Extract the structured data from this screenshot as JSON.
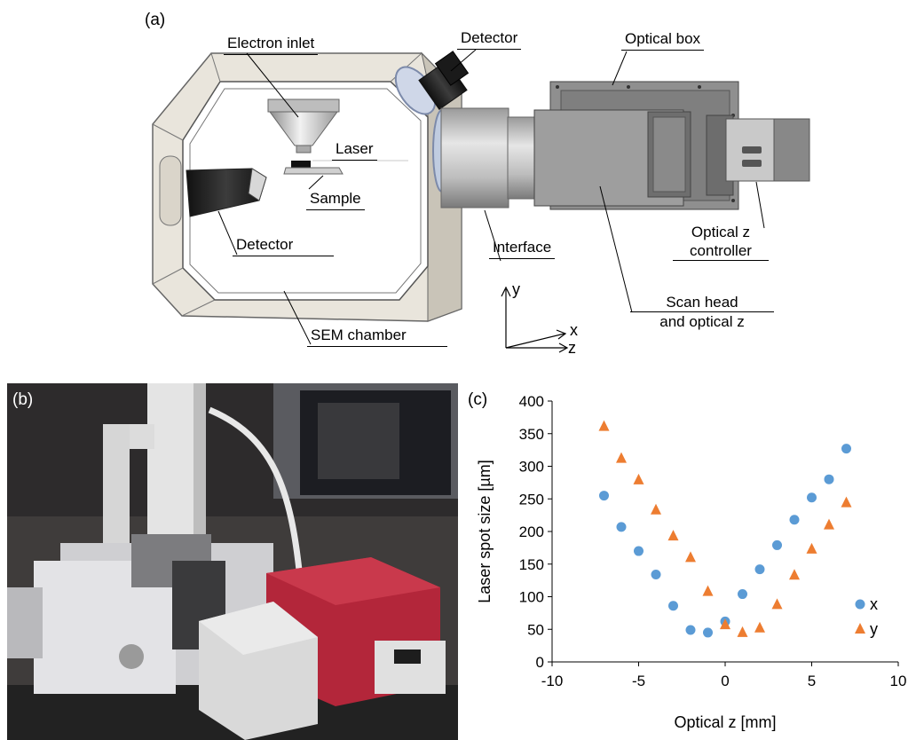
{
  "figure": {
    "panel_a_label": "(a)",
    "panel_b_label": "(b)",
    "panel_c_label": "(c)",
    "callouts": {
      "electron_inlet": "Electron inlet",
      "detector_top": "Detector",
      "optical_box": "Optical box",
      "laser": "Laser",
      "sample": "Sample",
      "detector_left": "Detector",
      "interface": "Interface",
      "optical_z_controller_1": "Optical z",
      "optical_z_controller_2": "controller",
      "scan_head_1": "Scan head",
      "scan_head_2": "and optical z",
      "sem_chamber": "SEM chamber"
    },
    "axes_triad": {
      "y": "y",
      "x": "x",
      "z": "z"
    }
  },
  "chart_data": {
    "type": "scatter",
    "title": "",
    "xlabel": "Optical z [mm]",
    "ylabel": "Laser spot size [µm]",
    "xlim": [
      -10,
      10
    ],
    "ylim": [
      0,
      400
    ],
    "xticks": [
      "-10",
      "-5",
      "0",
      "5",
      "10"
    ],
    "yticks": [
      "0",
      "50",
      "100",
      "150",
      "200",
      "250",
      "300",
      "350",
      "400"
    ],
    "grid": false,
    "legend_position": "bottom-right",
    "series": [
      {
        "name": "x",
        "marker": "circle",
        "color": "#5b9bd5",
        "x": [
          -7,
          -6,
          -5,
          -4,
          -3,
          -2,
          -1,
          0,
          1,
          2,
          3,
          4,
          5,
          6,
          7
        ],
        "y": [
          255,
          207,
          170,
          134,
          86,
          49,
          45,
          62,
          104,
          142,
          179,
          218,
          252,
          280,
          327
        ]
      },
      {
        "name": "y",
        "marker": "triangle",
        "color": "#ed7d31",
        "x": [
          -7,
          -6,
          -5,
          -4,
          -3,
          -2,
          -1,
          0,
          1,
          2,
          3,
          4,
          5,
          6,
          7
        ],
        "y": [
          361,
          312,
          279,
          233,
          193,
          160,
          108,
          57,
          45,
          52,
          88,
          133,
          173,
          210,
          244
        ]
      }
    ]
  }
}
